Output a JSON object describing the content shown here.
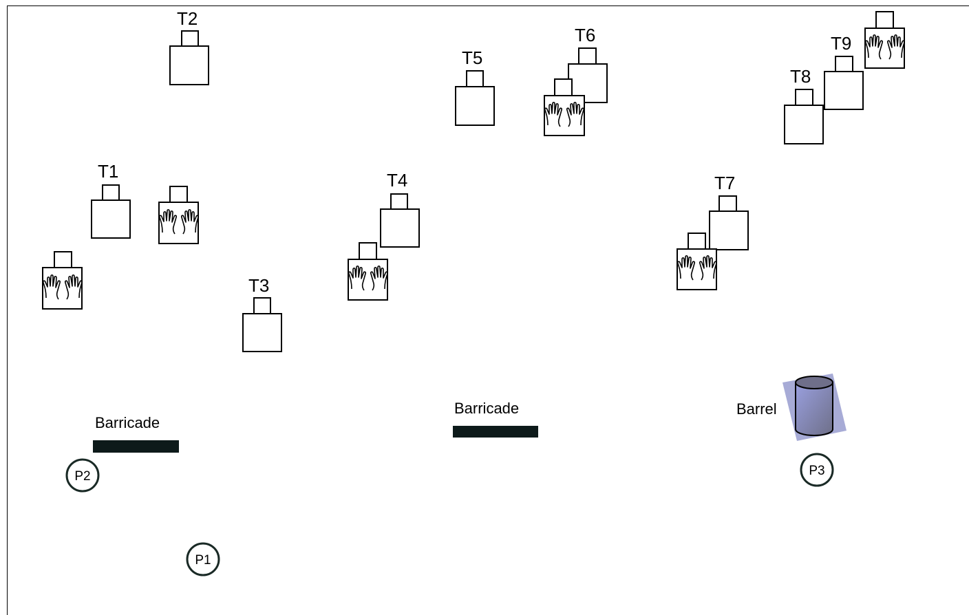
{
  "targets": {
    "t1": "T1",
    "t2": "T2",
    "t3": "T3",
    "t4": "T4",
    "t5": "T5",
    "t6": "T6",
    "t7": "T7",
    "t8": "T8",
    "t9": "T9"
  },
  "objects": {
    "barricade_left": "Barricade",
    "barricade_middle": "Barricade",
    "barrel": "Barrel"
  },
  "positions": {
    "p1": "P1",
    "p2": "P2",
    "p3": "P3"
  },
  "icons": {
    "target": "target-icon",
    "hands_target": "hands-up-target-icon",
    "barricade": "barricade-icon",
    "barrel": "barrel-icon",
    "position": "position-marker-icon"
  },
  "colors": {
    "line": "#000000",
    "barricade": "#0d1a1a",
    "marker_ring": "#1a2a26",
    "barrel_fill": "#8a8fc8"
  }
}
